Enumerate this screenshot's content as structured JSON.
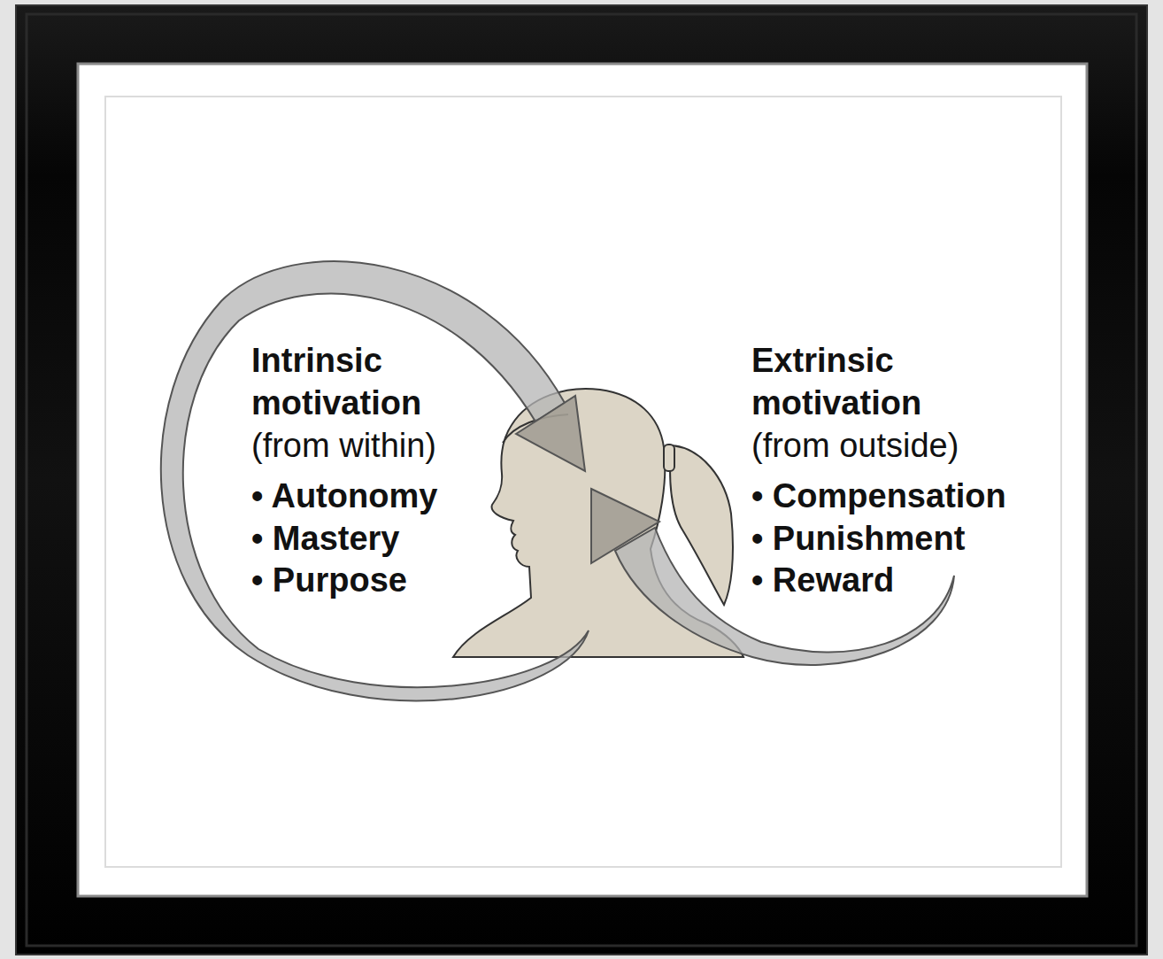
{
  "diagram": {
    "labels": [
      "Intrinsic motivation",
      "(from within)",
      "• Autonomy",
      "• Mastery",
      "• Purpose",
      "Extrinsic motivation",
      "(from outside)",
      "• Compensation",
      "• Punishment",
      "• Reward"
    ]
  }
}
